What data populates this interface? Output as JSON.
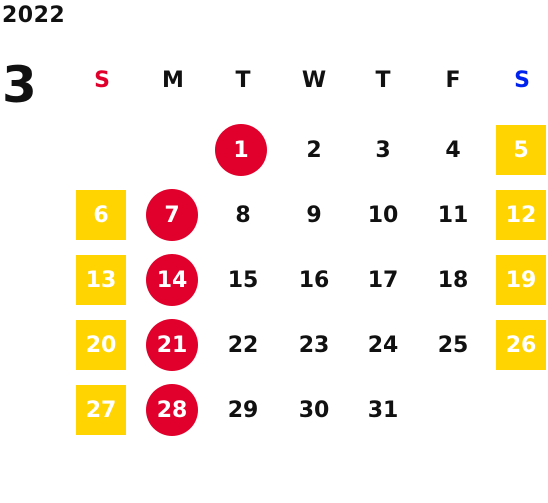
{
  "calendar": {
    "year": "2022",
    "month": "3",
    "weekdays": [
      "S",
      "M",
      "T",
      "W",
      "T",
      "F",
      "S"
    ],
    "colors": {
      "sunday_header": "#e0002b",
      "saturday_header": "#0022ee",
      "weekend_fill": "#ffd400",
      "holiday_circle": "#e0002b"
    },
    "days": {
      "d1": "1",
      "d2": "2",
      "d3": "3",
      "d4": "4",
      "d5": "5",
      "d6": "6",
      "d7": "7",
      "d8": "8",
      "d9": "9",
      "d10": "10",
      "d11": "11",
      "d12": "12",
      "d13": "13",
      "d14": "14",
      "d15": "15",
      "d16": "16",
      "d17": "17",
      "d18": "18",
      "d19": "19",
      "d20": "20",
      "d21": "21",
      "d22": "22",
      "d23": "23",
      "d24": "24",
      "d25": "25",
      "d26": "26",
      "d27": "27",
      "d28": "28",
      "d29": "29",
      "d30": "30",
      "d31": "31"
    }
  }
}
